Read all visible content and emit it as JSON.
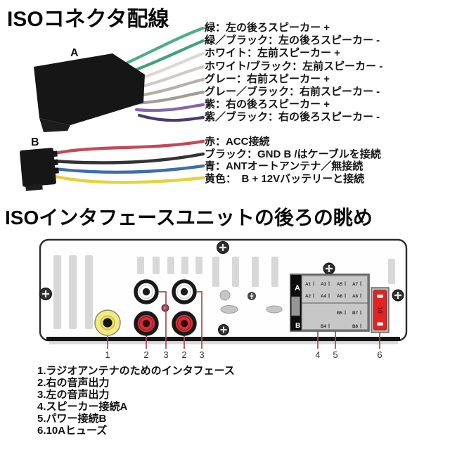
{
  "section_wiring": {
    "title": "ISOコネクタ配線",
    "connector_a": {
      "label": "A",
      "wires": [
        {
          "name": "green",
          "hex": "#4fae85",
          "label": "緑：左の後ろスピーカー +"
        },
        {
          "name": "green-black",
          "hex": "#43a077",
          "label": "緑／ブラック：左の後ろスピーカー -"
        },
        {
          "name": "white",
          "hex": "#dcd8d2",
          "label": "ホワイト：左前スピーカー +"
        },
        {
          "name": "white-black",
          "hex": "#cfccc6",
          "label": "ホワイト/ブラック：左前スピーカー -"
        },
        {
          "name": "gray",
          "hex": "#b5b1a9",
          "label": "グレー：右前スピーカー +"
        },
        {
          "name": "gray-black",
          "hex": "#a19d95",
          "label": "グレー／ブラック：右前スピーカー -"
        },
        {
          "name": "purple",
          "hex": "#8166ae",
          "label": "紫：右の後ろスピーカー +"
        },
        {
          "name": "purple-black",
          "hex": "#4b3a70",
          "label": "紫／ブラック：右の後ろスピーカー -"
        }
      ]
    },
    "connector_b": {
      "label": "B",
      "wires": [
        {
          "name": "red",
          "hex": "#c24a56",
          "label": "赤：ACC接続"
        },
        {
          "name": "black",
          "hex": "#333333",
          "label": "ブラック：GND B /はケーブルを接続"
        },
        {
          "name": "blue",
          "hex": "#3e6dab",
          "label": "青：ANTオートアンテナ／無接続"
        },
        {
          "name": "yellow",
          "hex": "#e4d23e",
          "label": "黄色：　B + 12Vバッテリーと接続"
        }
      ]
    }
  },
  "section_rear": {
    "title": "ISOインタフェースユニットの後ろの眺め",
    "connector_block": {
      "section_a_label": "A",
      "section_b_label": "B",
      "pins_a_row1": [
        "A1",
        "A3",
        "A5",
        "A7"
      ],
      "pins_a_row2": [
        "A2",
        "A4",
        "A6",
        "A8"
      ],
      "pins_b_row1": [
        "B5",
        "B7"
      ],
      "pins_b_row2": [
        "B4",
        "B8"
      ]
    },
    "fuse": {
      "label": "10",
      "color": "#e02424"
    },
    "callouts": {
      "jack_numbers": [
        "1",
        "2",
        "3",
        "2",
        "3"
      ],
      "right_numbers": [
        "4",
        "5",
        "6"
      ]
    },
    "legend": [
      "1.ラジオアンテナのためのインタフェース",
      "2.右の音声出力",
      "3.左の音声出力",
      "4.スピーカー接続A",
      "5.パワー接続B",
      "6.10Aヒューズ"
    ]
  }
}
